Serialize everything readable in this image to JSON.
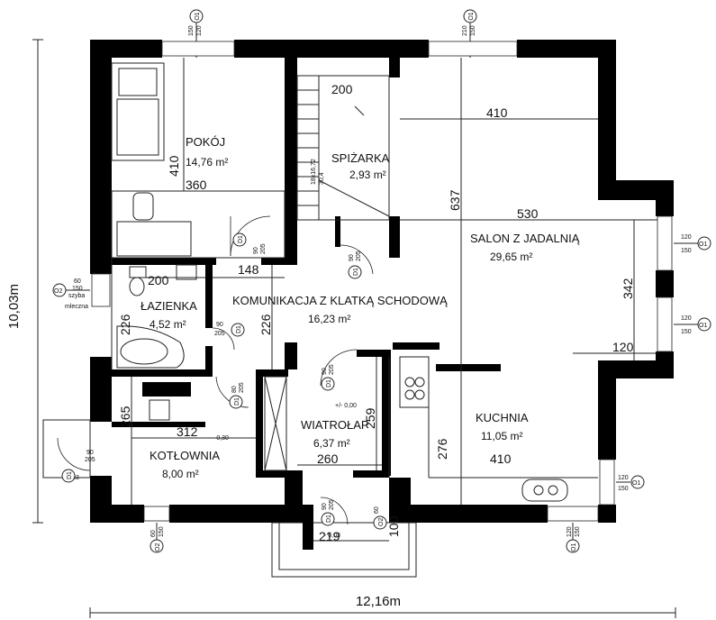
{
  "overall": {
    "width_label": "12,16m",
    "height_label": "10,03m"
  },
  "rooms": [
    {
      "id": "pokoj",
      "name": "POKÓJ",
      "area": "14,76 m²"
    },
    {
      "id": "spizarka",
      "name": "SPIŻARKA",
      "area": "2,93 m²"
    },
    {
      "id": "salon",
      "name": "SALON Z JADALNIĄ",
      "area": "29,65 m²"
    },
    {
      "id": "lazienka",
      "name": "ŁAZIENKA",
      "area": "4,52 m²"
    },
    {
      "id": "komunikacja",
      "name": "KOMUNIKACJA Z KLATKĄ SCHODOWĄ",
      "area": "16,23 m²"
    },
    {
      "id": "kuchnia",
      "name": "KUCHNIA",
      "area": "11,05 m²"
    },
    {
      "id": "wiatrolap",
      "name": "WIATROŁAP",
      "area": "6,37 m²"
    },
    {
      "id": "kotlownia",
      "name": "KOTŁOWNIA",
      "area": "8,00 m²"
    }
  ],
  "dimensions": {
    "d200a": "200",
    "d410a": "410",
    "d410b": "410",
    "d360": "360",
    "d637": "637",
    "d530": "530",
    "d342": "342",
    "d120": "120",
    "d148": "148",
    "d200b": "200",
    "d226a": "226",
    "d226b": "226",
    "d265": "265",
    "d312": "312",
    "d259": "259",
    "d260": "260",
    "d276": "276",
    "d410c": "410",
    "d219": "219",
    "d100": "100"
  },
  "stairs": {
    "label1": "18x16,72",
    "label2": "30,4"
  },
  "levels": {
    "wiatrolap": "+/- 0,00",
    "kotlownia": "-0,30",
    "entry": "- 0,03",
    "side_entry": "- 0,03"
  },
  "tags": {
    "o1": "O1",
    "o2": "O2",
    "d1": "D1"
  },
  "windows": {
    "w_top1": "150",
    "w_top1b": "120",
    "w_top2": "210",
    "w_top2b": "150",
    "w_r1a": "120",
    "w_r1b": "150",
    "w_r2a": "120",
    "w_r2b": "150",
    "w_r3a": "120",
    "w_r3b": "150",
    "w_left_a": "60",
    "w_left_b": "150",
    "w_left_c": "szyba",
    "w_left_d": "mleczna",
    "w_bot1a": "60",
    "w_bot1b": "150",
    "w_bot2a": "60",
    "w_bot2b": "150",
    "w_bot3a": "120",
    "w_bot3b": "150"
  },
  "doors": {
    "w90": "90",
    "h205": "205",
    "w80": "80",
    "w100": "100",
    "w60": "60"
  }
}
